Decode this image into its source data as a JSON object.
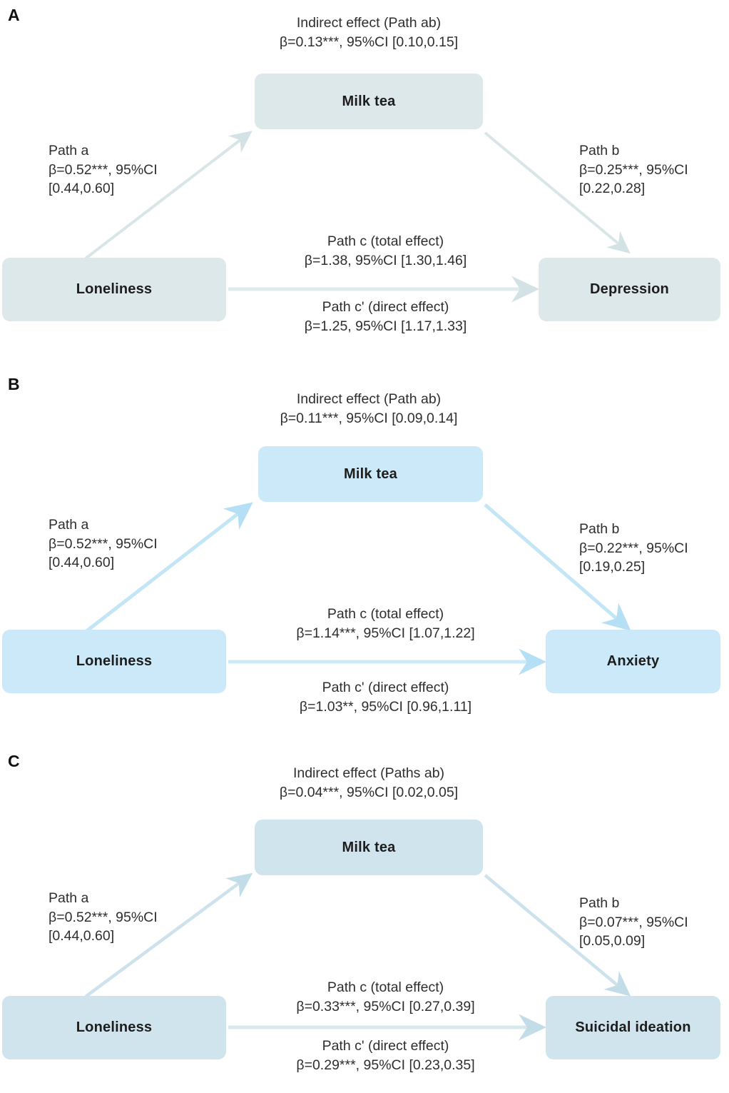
{
  "figure": {
    "type": "mediation-path-diagram",
    "panels": [
      {
        "letter": "A",
        "colors": {
          "box": "#dde8ea",
          "arrow": "#dce7e9"
        },
        "nodes": {
          "predictor": "Loneliness",
          "mediator": "Milk tea",
          "outcome": "Depression"
        },
        "indirect": {
          "title": "Indirect effect (Path ab)",
          "stat": "β=0.13***, 95%CI [0.10,0.15]"
        },
        "path_a": {
          "title": "Path a",
          "stat_line1": "β=0.52***, 95%CI",
          "stat_line2": "[0.44,0.60]"
        },
        "path_b": {
          "title": "Path b",
          "stat_line1": "β=0.25***, 95%CI",
          "stat_line2": "[0.22,0.28]"
        },
        "path_c": {
          "title": "Path c (total effect)",
          "stat": "β=1.38, 95%CI [1.30,1.46]"
        },
        "path_c_prime": {
          "title": "Path c' (direct effect)",
          "stat": "β=1.25, 95%CI [1.17,1.33]"
        }
      },
      {
        "letter": "B",
        "colors": {
          "box": "#cbe9f8",
          "arrow": "#bfe3f5"
        },
        "nodes": {
          "predictor": "Loneliness",
          "mediator": "Milk tea",
          "outcome": "Anxiety"
        },
        "indirect": {
          "title": "Indirect effect (Path ab)",
          "stat": "β=0.11***, 95%CI [0.09,0.14]"
        },
        "path_a": {
          "title": "Path a",
          "stat_line1": "β=0.52***, 95%CI",
          "stat_line2": "[0.44,0.60]"
        },
        "path_b": {
          "title": "Path b",
          "stat_line1": "β=0.22***, 95%CI",
          "stat_line2": "[0.19,0.25]"
        },
        "path_c": {
          "title": "Path c (total effect)",
          "stat": "β=1.14***, 95%CI [1.07,1.22]"
        },
        "path_c_prime": {
          "title": "Path c' (direct effect)",
          "stat": "β=1.03**, 95%CI [0.96,1.11]"
        }
      },
      {
        "letter": "C",
        "colors": {
          "box": "#cfe4ec",
          "arrow": "#cfe3ec"
        },
        "nodes": {
          "predictor": "Loneliness",
          "mediator": "Milk tea",
          "outcome": "Suicidal ideation"
        },
        "indirect": {
          "title": "Indirect effect (Paths ab)",
          "stat": "β=0.04***, 95%CI [0.02,0.05]"
        },
        "path_a": {
          "title": "Path a",
          "stat_line1": "β=0.52***, 95%CI",
          "stat_line2": "[0.44,0.60]"
        },
        "path_b": {
          "title": "Path b",
          "stat_line1": "β=0.07***, 95%CI",
          "stat_line2": "[0.05,0.09]"
        },
        "path_c": {
          "title": "Path c (total effect)",
          "stat": "β=0.33***, 95%CI [0.27,0.39]"
        },
        "path_c_prime": {
          "title": "Path c' (direct effect)",
          "stat": "β=0.29***, 95%CI [0.23,0.35]"
        }
      }
    ]
  }
}
